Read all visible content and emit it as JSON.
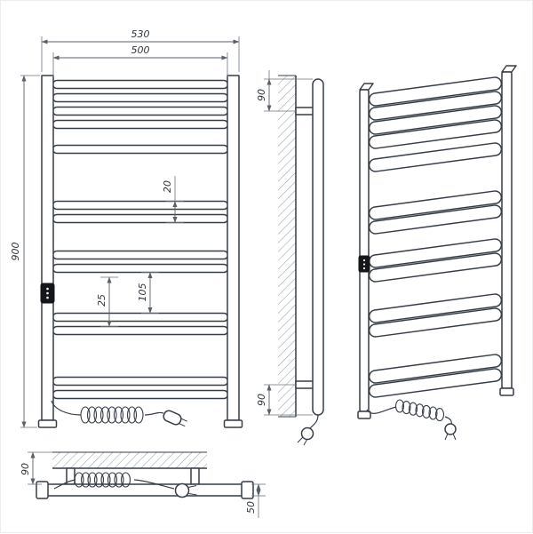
{
  "drawing": {
    "line_color": "#373d47",
    "dimension_color": "#5a6069",
    "wall_hatch_color": "#99a0aa",
    "control_panel_color": "#14161a"
  },
  "dims": {
    "overall_width": "530",
    "tube_width": "500",
    "height": "900",
    "tube_gap": "20",
    "section_gap": "105",
    "small_gap": "25",
    "side_top_offset": "90",
    "side_bottom_offset": "90",
    "bottom_wall_offset": "90",
    "depth": "50"
  }
}
